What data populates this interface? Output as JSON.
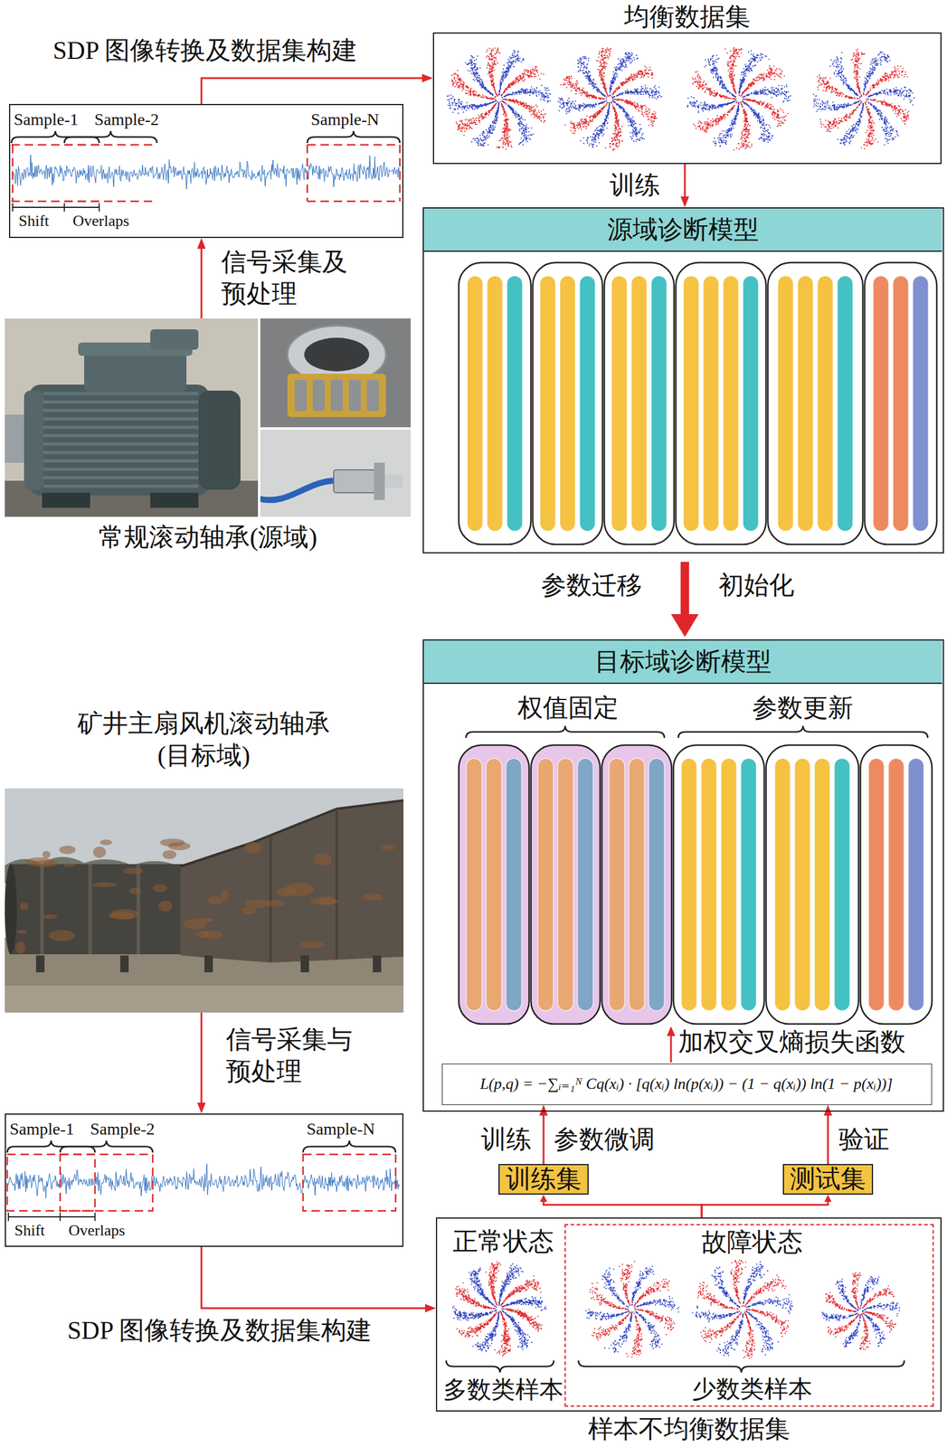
{
  "diagram": {
    "nodes": [
      {
        "text": [
          "Sample-1",
          "Sample-2",
          "Sample-N",
          "Shift",
          "Overlaps"
        ]
      },
      {
        "text": [
          "均衡数据集"
        ]
      },
      {
        "text": [
          "源域诊断模型"
        ]
      },
      {
        "text": [
          "常规滚动轴承(源域)"
        ]
      },
      {
        "text": [
          "目标域诊断模型",
          "权值固定",
          "参数更新"
        ]
      },
      {
        "text": [
          "L(p,q) = −∑ᵢ₌₁ᴺ Cq(xᵢ) · [q(xᵢ) ln(p(xᵢ)) − (1 − q(xᵢ)) ln(1 − p(xᵢ))]"
        ],
        "in": 4
      },
      {
        "text": [
          "矿井主扇风机滚动轴承 (目标域)"
        ]
      },
      {
        "text": [
          "Sample-1",
          "Sample-2",
          "Sample-N",
          "Shift",
          "Overlaps"
        ]
      },
      {
        "text": [
          "样本不均衡数据集",
          "正常状态",
          "多数类样本"
        ]
      },
      {
        "text": [
          "故障状态",
          "少数类样本"
        ],
        "in": 8
      },
      {
        "text": [
          "训练集"
        ]
      },
      {
        "text": [
          "测试集"
        ]
      }
    ],
    "edges": [
      {
        "from": 0,
        "to": 1,
        "arrow": "to",
        "label": "SDP 图像转换及数据集构建"
      },
      {
        "from": 1,
        "to": 2,
        "arrow": "to",
        "label": "训练"
      },
      {
        "from": 3,
        "to": 0,
        "arrow": "to",
        "label": "信号采集及 预处理"
      },
      {
        "from": 2,
        "to": 4,
        "arrow": "to",
        "label": "参数迁移"
      },
      {
        "from": 6,
        "to": 7,
        "arrow": "to",
        "label": "信号采集与 预处理"
      },
      {
        "from": 7,
        "to": 8,
        "arrow": "to",
        "label": "SDP 图像转换及数据集构建"
      },
      {
        "from": 8,
        "to": 10,
        "arrow": "to"
      },
      {
        "from": 8,
        "to": 11,
        "arrow": "to"
      },
      {
        "from": 10,
        "to": 5,
        "arrow": "to",
        "label": "训练"
      },
      {
        "from": 11,
        "to": 5,
        "arrow": "to",
        "label": "验证"
      }
    ],
    "labels": [
      "初始化",
      "参数微调",
      "加权交叉熵损失函数"
    ]
  }
}
